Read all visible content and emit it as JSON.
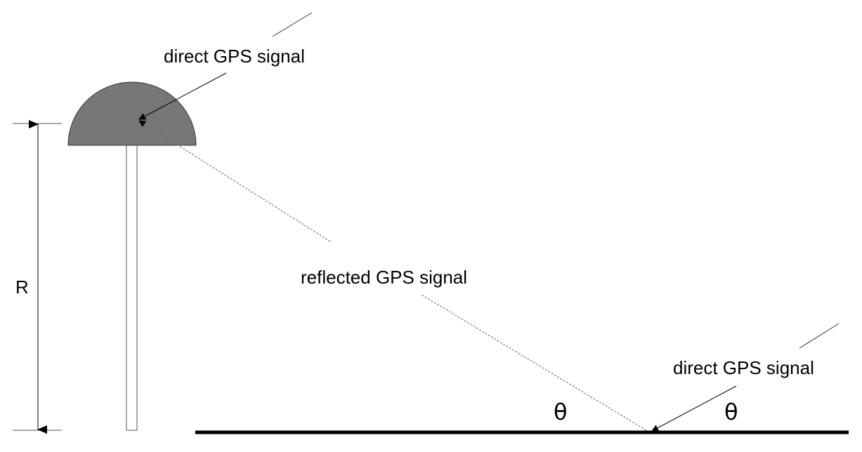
{
  "labels": {
    "direct_signal_top": "direct GPS signal",
    "direct_signal_bottom": "direct GPS signal",
    "reflected_signal": "reflected GPS signal",
    "height": "R",
    "angle_left": "θ",
    "angle_right": "θ"
  },
  "colors": {
    "antenna_fill": "#777777",
    "antenna_pole_fill": "#ffffff",
    "line": "#000000",
    "signal_line": "#333333",
    "reflected_line": "#666666",
    "ground": "#000000",
    "background": "#ffffff"
  }
}
